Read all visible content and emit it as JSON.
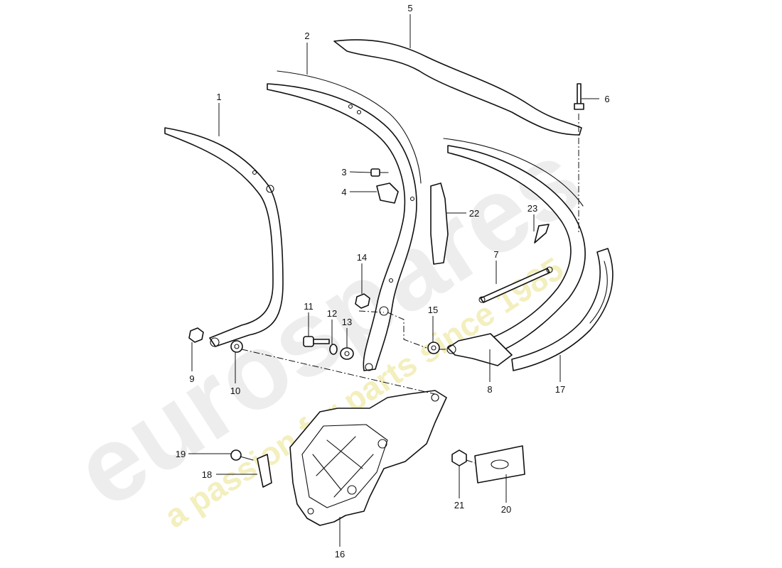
{
  "watermark": {
    "brand": "eurospares",
    "tagline": "a passion for parts since 1985",
    "brand_color": "#e6e6e6",
    "tagline_color": "#f2efb8"
  },
  "callouts": {
    "c1": "1",
    "c2": "2",
    "c3": "3",
    "c4": "4",
    "c5": "5",
    "c6": "6",
    "c7": "7",
    "c8": "8",
    "c9": "9",
    "c10": "10",
    "c11": "11",
    "c12": "12",
    "c13": "13",
    "c14": "14",
    "c15": "15",
    "c16": "16",
    "c17": "17",
    "c18": "18",
    "c19": "19",
    "c20": "20",
    "c21": "21",
    "c22": "22",
    "c23": "23"
  }
}
